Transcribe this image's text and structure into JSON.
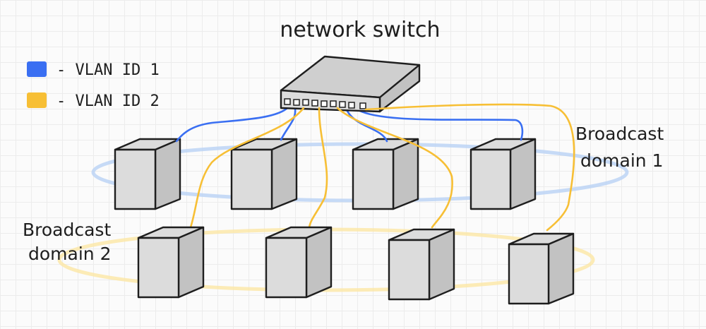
{
  "title": "network switch",
  "legend": [
    {
      "label": "- VLAN ID 1",
      "color": "#3a6ff2"
    },
    {
      "label": "- VLAN ID 2",
      "color": "#f7bf35"
    }
  ],
  "domains": [
    {
      "label_line1": "Broadcast",
      "label_line2": "domain 1",
      "color": "#bcd3f5"
    },
    {
      "label_line1": "Broadcast",
      "label_line2": "domain 2",
      "color": "#fbe7a9"
    }
  ],
  "colors": {
    "vlan1_cable": "#3a6ff2",
    "vlan2_cable": "#f7bf35",
    "device_fill": "#dcdcdc",
    "device_shade": "#c2c2c2",
    "switch_fill": "#cfcfcf",
    "ink": "#1e1e1e"
  }
}
